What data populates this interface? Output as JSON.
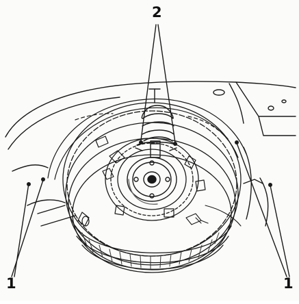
{
  "callouts": {
    "top": "2",
    "bottom_left": "1",
    "bottom_right": "1"
  },
  "colors": {
    "ink": "#1a1a1a",
    "paper": "#fbfbf9",
    "shade": "#9a9a9a"
  }
}
